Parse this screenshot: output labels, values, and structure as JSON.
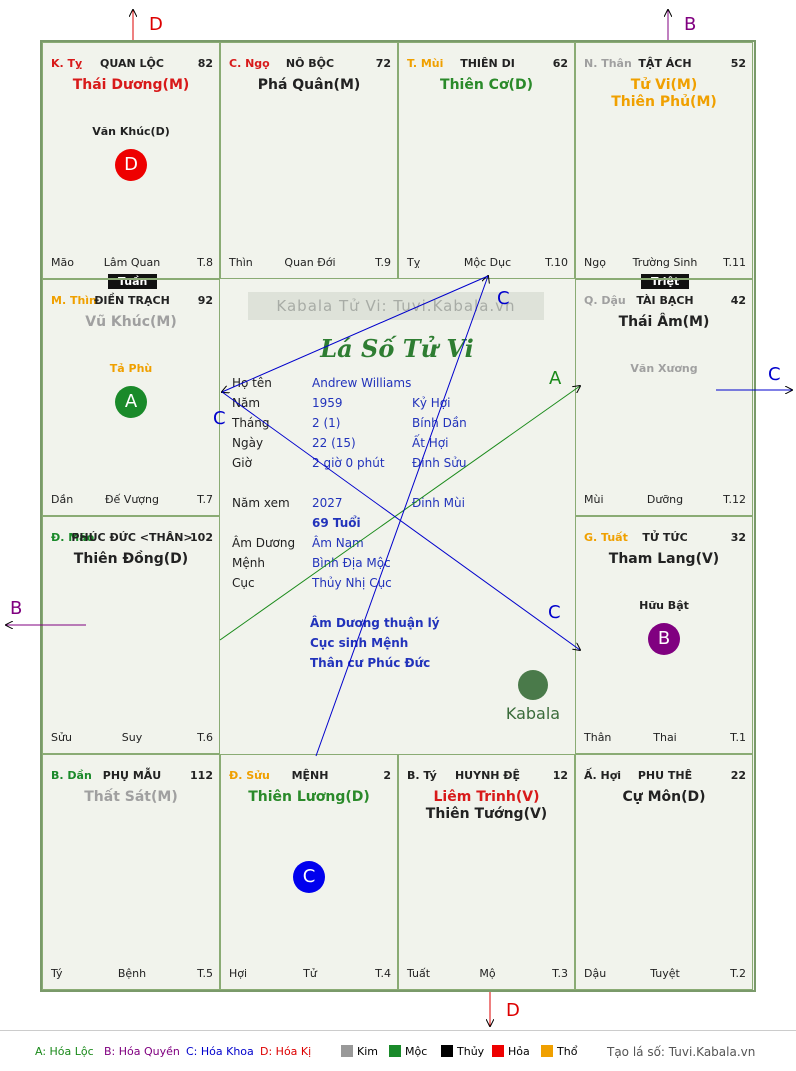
{
  "colors": {
    "loc": "#1a8a1a",
    "quyen": "#800080",
    "khoa": "#0000cc",
    "ki": "#dd0000",
    "kim": "#999999",
    "moc": "#1a8a2a",
    "thuy": "#000000",
    "hoa": "#ee0000",
    "tho": "#f0a000",
    "red": "#d81a1a",
    "black": "#222222",
    "green": "#2a8a2a",
    "orange": "#f0a000",
    "gray": "#a0a0a0"
  },
  "palaces": [
    {
      "id": "ty-top",
      "can_chi": "K. Tỵ",
      "can_color": "#d81a1a",
      "name": "QUAN LỘC",
      "num": "82",
      "stars": [
        {
          "t": "Thái Dương(M)",
          "c": "#d81a1a"
        }
      ],
      "minor": {
        "t": "Văn Khúc(D)",
        "c": "#222222"
      },
      "badge": {
        "t": "D",
        "c": "#ee0000"
      },
      "foot": [
        "Mão",
        "Lâm Quan",
        "T.8"
      ]
    },
    {
      "id": "ngo-top",
      "can_chi": "C. Ngọ",
      "can_color": "#d81a1a",
      "name": "NÔ BỘC",
      "num": "72",
      "stars": [
        {
          "t": "Phá Quân(M)",
          "c": "#222222"
        }
      ],
      "foot": [
        "Thìn",
        "Quan Đới",
        "T.9"
      ]
    },
    {
      "id": "mui-top",
      "can_chi": "T. Mùi",
      "can_color": "#f0a000",
      "name": "THIÊN DI",
      "num": "62",
      "stars": [
        {
          "t": "Thiên Cơ(D)",
          "c": "#2a8a2a"
        }
      ],
      "foot": [
        "Tỵ",
        "Mộc Dục",
        "T.10"
      ]
    },
    {
      "id": "than-top",
      "can_chi": "N. Thân",
      "can_color": "#a0a0a0",
      "name": "TẬT ÁCH",
      "num": "52",
      "stars": [
        {
          "t": "Tử Vi(M)",
          "c": "#f0a000"
        },
        {
          "t": "Thiên Phủ(M)",
          "c": "#f0a000"
        }
      ],
      "foot": [
        "Ngọ",
        "Trường Sinh",
        "T.11"
      ]
    },
    {
      "id": "thin",
      "can_chi": "M. Thìn",
      "can_color": "#f0a000",
      "name": "ĐIỀN TRẠCH",
      "num": "92",
      "stars": [
        {
          "t": "Vũ Khúc(M)",
          "c": "#a0a0a0"
        }
      ],
      "minor": {
        "t": "Tả Phù",
        "c": "#f0a000"
      },
      "badge": {
        "t": "A",
        "c": "#1a8a2a"
      },
      "foot": [
        "Dần",
        "Đế Vượng",
        "T.7"
      ]
    },
    {
      "id": "dau",
      "can_chi": "Q. Dậu",
      "can_color": "#a0a0a0",
      "name": "TÀI BẠCH",
      "num": "42",
      "stars": [
        {
          "t": "Thái Âm(M)",
          "c": "#222222"
        }
      ],
      "minor": {
        "t": "Văn Xương",
        "c": "#a0a0a0"
      },
      "foot": [
        "Mùi",
        "Dưỡng",
        "T.12"
      ]
    },
    {
      "id": "mao",
      "can_chi": "Đ. Mão",
      "can_color": "#1a8a2a",
      "name": "PHÚC ĐỨC <THÂN>",
      "num": "102",
      "stars": [
        {
          "t": "Thiên Đồng(D)",
          "c": "#222222"
        }
      ],
      "foot": [
        "Sửu",
        "Suy",
        "T.6"
      ]
    },
    {
      "id": "tuat",
      "can_chi": "G. Tuất",
      "can_color": "#f0a000",
      "name": "TỬ TỨC",
      "num": "32",
      "stars": [
        {
          "t": "Tham Lang(V)",
          "c": "#222222"
        }
      ],
      "minor": {
        "t": "Hữu Bật",
        "c": "#222222"
      },
      "badge": {
        "t": "B",
        "c": "#800080"
      },
      "foot": [
        "Thân",
        "Thai",
        "T.1"
      ]
    },
    {
      "id": "dan",
      "can_chi": "B. Dần",
      "can_color": "#1a8a2a",
      "name": "PHỤ MẪU",
      "num": "112",
      "stars": [
        {
          "t": "Thất Sát(M)",
          "c": "#a0a0a0"
        }
      ],
      "foot": [
        "Tý",
        "Bệnh",
        "T.5"
      ]
    },
    {
      "id": "suu",
      "can_chi": "Đ. Sửu",
      "can_color": "#f0a000",
      "name": "MỆNH",
      "num": "2",
      "stars": [
        {
          "t": "Thiên Lương(D)",
          "c": "#2a8a2a"
        }
      ],
      "badge": {
        "t": "C",
        "c": "#0000ee"
      },
      "foot": [
        "Hợi",
        "Tử",
        "T.4"
      ]
    },
    {
      "id": "ty-bot",
      "can_chi": "B. Tý",
      "can_color": "#222222",
      "name": "HUYNH ĐỆ",
      "num": "12",
      "stars": [
        {
          "t": "Liêm Trinh(V)",
          "c": "#d81a1a"
        },
        {
          "t": "Thiên Tướng(V)",
          "c": "#222222"
        }
      ],
      "foot": [
        "Tuất",
        "Mộ",
        "T.3"
      ]
    },
    {
      "id": "hoi",
      "can_chi": "Ấ. Hợi",
      "can_color": "#222222",
      "name": "PHU THÊ",
      "num": "22",
      "stars": [
        {
          "t": "Cự Môn(D)",
          "c": "#222222"
        }
      ],
      "foot": [
        "Dậu",
        "Tuyệt",
        "T.2"
      ]
    }
  ],
  "tags": {
    "tuan": "Tuần",
    "triet": "Triệt"
  },
  "center": {
    "watermark": "Kabala Tử Vi: Tuvi.Kabala.vn",
    "title": "Lá Số Tử Vi",
    "rows": [
      {
        "label": "Họ tên",
        "v1": "Andrew Williams",
        "v2": ""
      },
      {
        "label": "Năm",
        "v1": "1959",
        "v2": "Kỷ Hợi"
      },
      {
        "label": "Tháng",
        "v1": "2  (1)",
        "v2": "Bính Dần"
      },
      {
        "label": "Ngày",
        "v1": "22  (15)",
        "v2": "Ất Hợi"
      },
      {
        "label": "Giờ",
        "v1": "2 giờ 0 phút",
        "v2": "Đinh Sửu"
      },
      {
        "label": "Năm xem",
        "v1": "2027",
        "v2": "Đinh Mùi"
      },
      {
        "label": "",
        "v1": "69 Tuổi",
        "v2": ""
      },
      {
        "label": "Âm Dương",
        "v1": "Âm Nam",
        "v2": ""
      },
      {
        "label": "Mệnh",
        "v1": "Bình Địa Mộc",
        "v2": ""
      },
      {
        "label": "Cục",
        "v1": "Thủy Nhị Cục",
        "v2": ""
      }
    ],
    "notes": [
      "Âm Dương thuận lý",
      "Cục sinh Mệnh",
      "Thân cư Phúc Đức"
    ],
    "brand": "Kabala"
  },
  "arrow_labels": {
    "a": "A",
    "b": "B",
    "c": "C",
    "d": "D"
  },
  "legend": {
    "loc": "A: Hóa Lộc",
    "quyen": "B: Hóa Quyền",
    "khoa": "C: Hóa Khoa",
    "ki": "D: Hóa Kị",
    "kim": "Kim",
    "moc": "Mộc",
    "thuy": "Thủy",
    "hoa": "Hỏa",
    "tho": "Thổ",
    "site": "Tạo lá số: Tuvi.Kabala.vn"
  }
}
